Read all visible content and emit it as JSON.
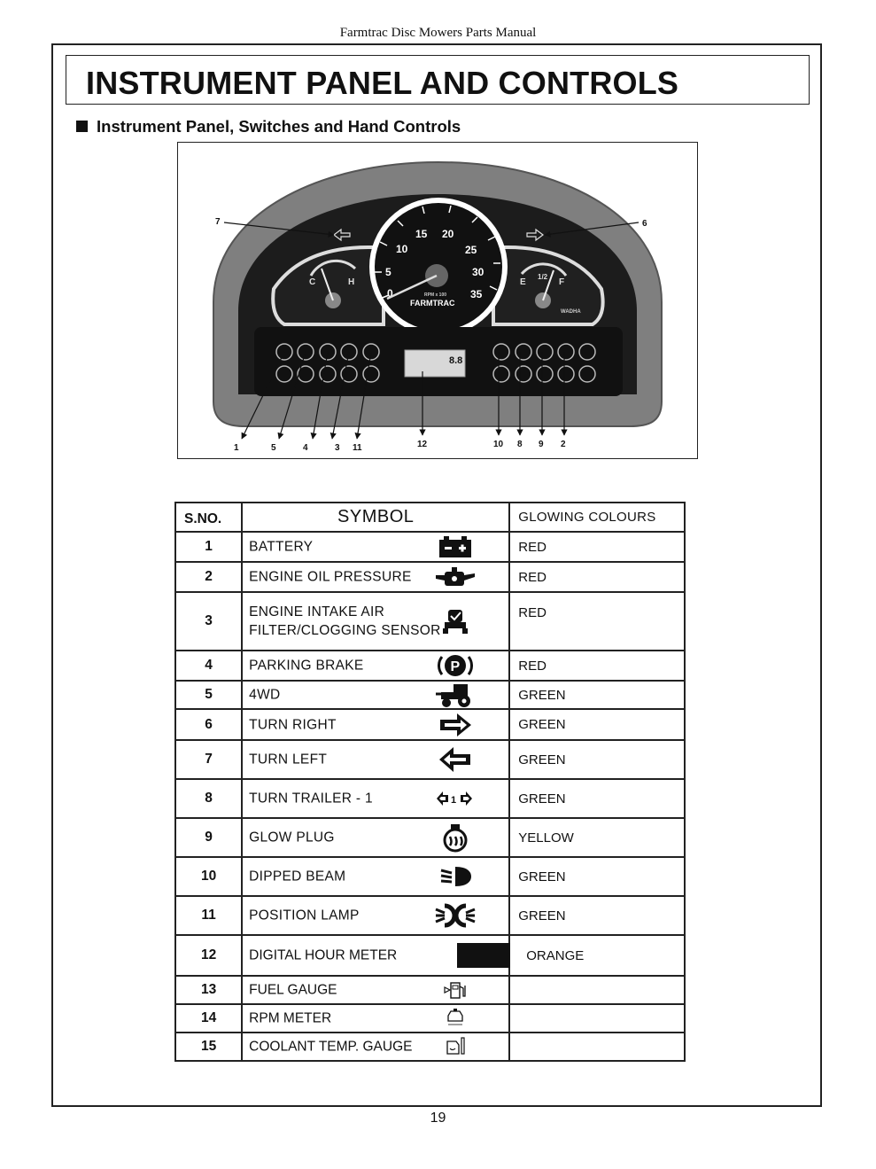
{
  "running_head": "Farmtrac Disc Mowers Parts Manual",
  "title": "INSTRUMENT PANEL AND CONTROLS",
  "subtitle": "Instrument Panel, Switches and Hand Controls",
  "figure": {
    "callouts": [
      "7",
      "6",
      "1",
      "5",
      "4",
      "3",
      "11",
      "12",
      "10",
      "8",
      "9",
      "2"
    ],
    "gauge_numbers": [
      "0",
      "5",
      "10",
      "15",
      "20",
      "25",
      "30",
      "35"
    ],
    "brand": "FARMTRAC",
    "rpm_caption": "RPM x 100",
    "fuel_half": "1/2",
    "fuel_e": "E",
    "fuel_f": "F",
    "temp_c": "C",
    "temp_h": "H",
    "hour_display": "8.8",
    "maker": "WADHA"
  },
  "table": {
    "headers": {
      "sno": "S.NO.",
      "symbol": "SYMBOL",
      "colour": "GLOWING COLOURS"
    },
    "rows": [
      {
        "sno": "1",
        "label": "BATTERY",
        "icon": "battery-icon",
        "colour": "RED"
      },
      {
        "sno": "2",
        "label": "ENGINE OIL PRESSURE",
        "icon": "oil-can-icon",
        "colour": "RED"
      },
      {
        "sno": "3",
        "label": "ENGINE INTAKE AIR FILTER/CLOGGING SENSOR",
        "icon": "air-filter-icon",
        "colour": "RED"
      },
      {
        "sno": "4",
        "label": "PARKING BRAKE",
        "icon": "parking-brake-icon",
        "colour": "RED"
      },
      {
        "sno": "5",
        "label": "4WD",
        "icon": "tractor-4wd-icon",
        "colour": "GREEN"
      },
      {
        "sno": "6",
        "label": "TURN RIGHT",
        "icon": "arrow-right-icon",
        "colour": "GREEN"
      },
      {
        "sno": "7",
        "label": "TURN LEFT",
        "icon": "arrow-left-icon",
        "colour": "GREEN"
      },
      {
        "sno": "8",
        "label": "TURN TRAILER - 1",
        "icon": "trailer-turn-icon",
        "colour": "GREEN"
      },
      {
        "sno": "9",
        "label": "GLOW PLUG",
        "icon": "glow-plug-icon",
        "colour": "YELLOW"
      },
      {
        "sno": "10",
        "label": "DIPPED BEAM",
        "icon": "dipped-beam-icon",
        "colour": "GREEN"
      },
      {
        "sno": "11",
        "label": "POSITION LAMP",
        "icon": "position-lamp-icon",
        "colour": "GREEN"
      },
      {
        "sno": "12",
        "label": "DIGITAL HOUR METER",
        "icon": "hour-meter-icon",
        "colour": "ORANGE"
      },
      {
        "sno": "13",
        "label": "FUEL GAUGE",
        "icon": "fuel-pump-icon",
        "colour": ""
      },
      {
        "sno": "14",
        "label": "RPM METER",
        "icon": "rpm-engine-icon",
        "colour": ""
      },
      {
        "sno": "15",
        "label": "COOLANT TEMP. GAUGE",
        "icon": "coolant-temp-icon",
        "colour": ""
      }
    ]
  },
  "page_number": "19"
}
